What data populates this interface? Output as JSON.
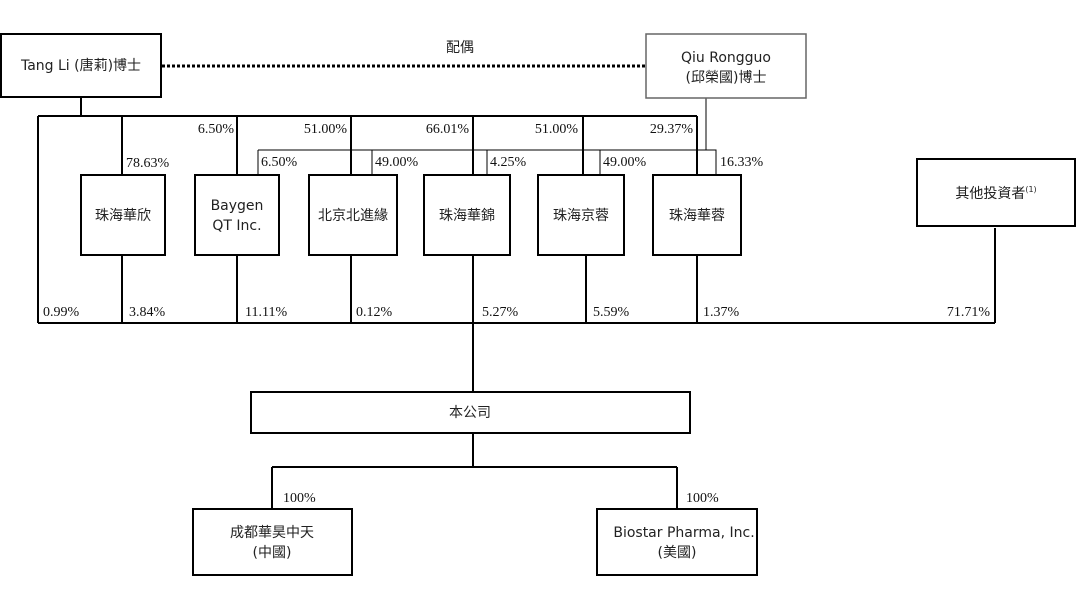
{
  "colors": {
    "line": "#000000",
    "box_stroke": "#000000",
    "box_fill": "#ffffff",
    "text": "#222222"
  },
  "spouse_label": "配偶",
  "people": {
    "tang_li": "Tang Li (唐莉)博士",
    "qiu_line1": "Qiu Rongguo",
    "qiu_line2": "(邱榮國)博士"
  },
  "entities": {
    "huaxin": "珠海華欣",
    "baygen_line1": "Baygen",
    "baygen_line2": "QT Inc.",
    "beijing": "北京北進緣",
    "huajin": "珠海華錦",
    "jingrong": "珠海京蓉",
    "huarong": "珠海華蓉",
    "others": "其他投資者",
    "others_note": "(1)",
    "company": "本公司",
    "chengdu_line1": "成都華昊中天",
    "chengdu_line2": "(中國)",
    "biostar_line1": "Biostar Pharma, Inc.",
    "biostar_line2": "(美國)"
  },
  "tang_stakes": {
    "baygen": "6.50%",
    "beijing": "51.00%",
    "huajin": "66.01%",
    "jingrong": "51.00%",
    "huarong": "29.37%"
  },
  "qiu_stakes": {
    "huaxin": "78.63%",
    "baygen": "6.50%",
    "beijing": "49.00%",
    "huajin": "4.25%",
    "jingrong": "49.00%",
    "huarong": "16.33%"
  },
  "company_stakes": {
    "tang_li": "0.99%",
    "huaxin": "3.84%",
    "baygen": "11.11%",
    "beijing": "0.12%",
    "huajin": "5.27%",
    "jingrong": "5.59%",
    "huarong": "1.37%",
    "others": "71.71%"
  },
  "subsidiary_stakes": {
    "chengdu": "100%",
    "biostar": "100%"
  }
}
